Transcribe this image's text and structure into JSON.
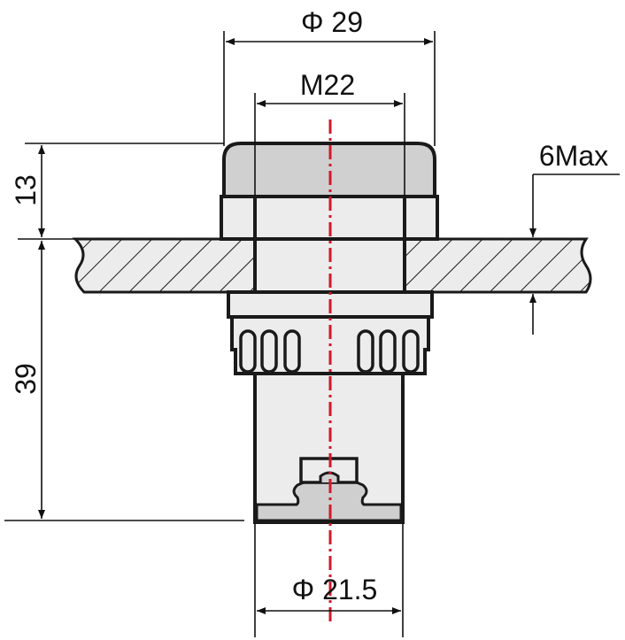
{
  "dimensions": {
    "outer_diameter": "Φ 29",
    "thread": "M22",
    "head_height": "13",
    "body_length": "39",
    "panel_thickness": "6Max",
    "body_diameter": "Φ 21.5"
  },
  "colors": {
    "cap_fill": "#d0d0d0",
    "body_fill": "#ececec",
    "centerline": "#d0192a",
    "outline": "#1a1a1a"
  }
}
